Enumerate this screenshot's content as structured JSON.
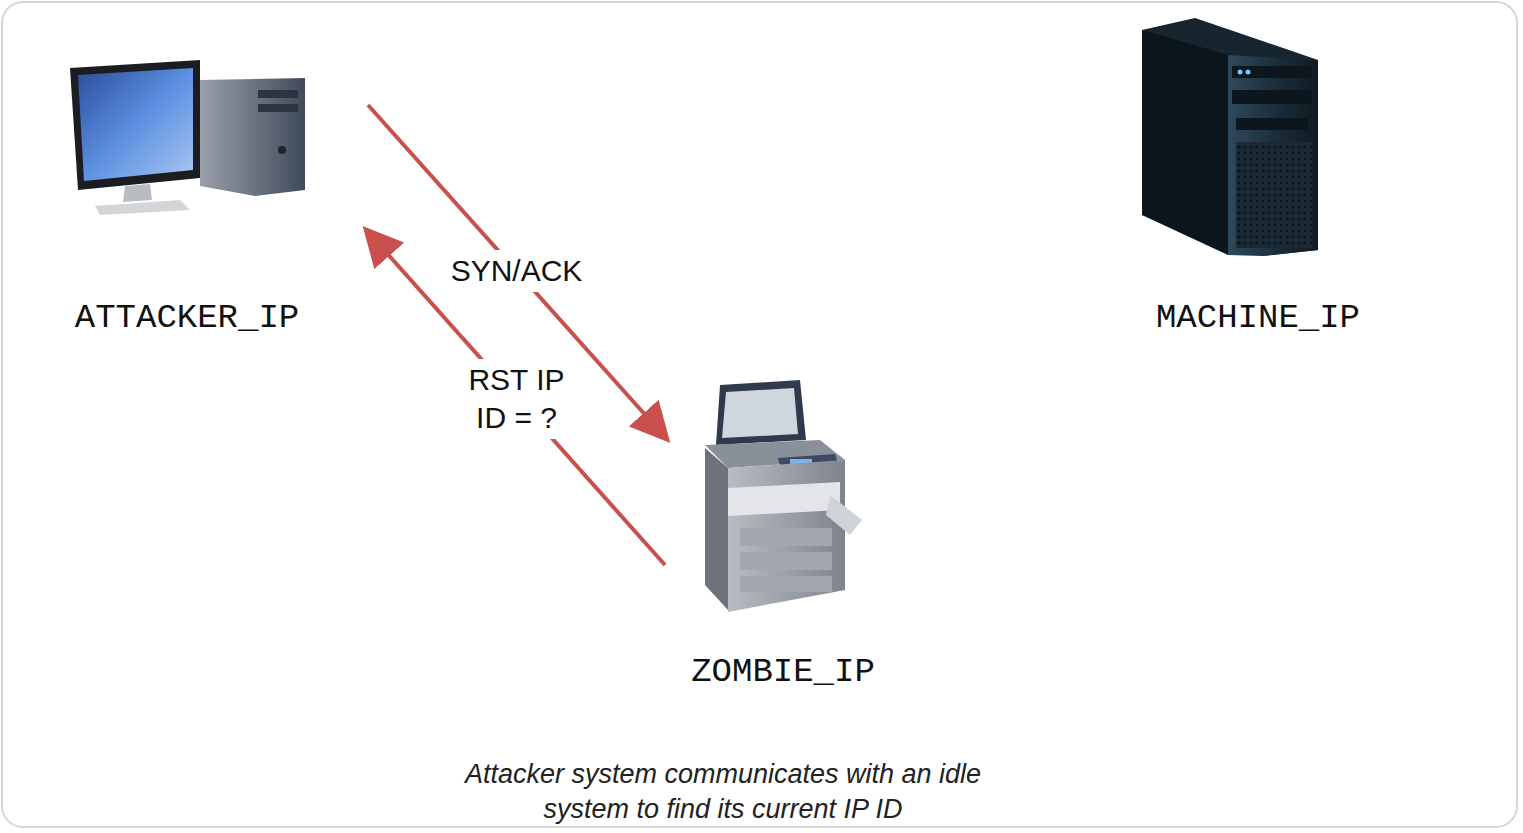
{
  "diagram": {
    "caption": "Attacker system communicates with an idle system to find its current IP ID",
    "nodes": [
      {
        "text": [
          "ATTACKER_IP"
        ]
      },
      {
        "text": [
          "MACHINE_IP"
        ]
      },
      {
        "text": [
          "ZOMBIE_IP"
        ]
      }
    ],
    "edges": [
      {
        "from": 0,
        "to": 2,
        "arrow": "to",
        "label": "SYN/ACK"
      },
      {
        "from": 2,
        "to": 0,
        "arrow": "to",
        "label": "RST IP ID = ?"
      }
    ]
  }
}
